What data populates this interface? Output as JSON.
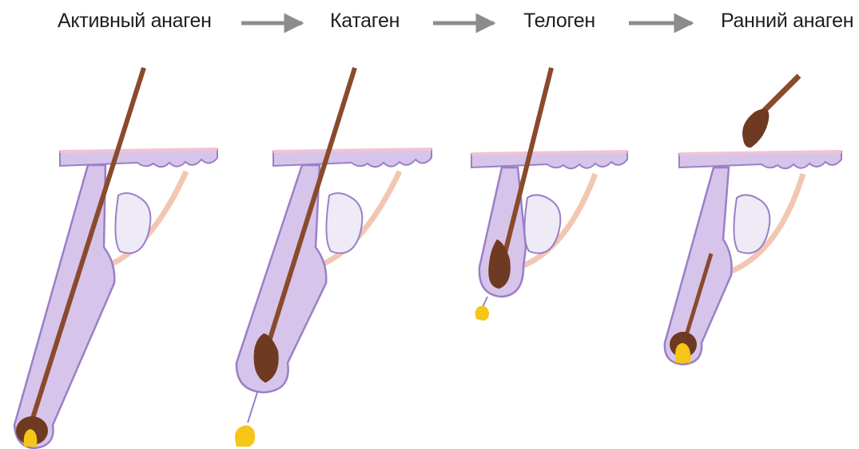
{
  "stages": [
    {
      "label": "Активный анаген"
    },
    {
      "label": "Катаген"
    },
    {
      "label": "Телоген"
    },
    {
      "label": "Ранний анаген"
    }
  ],
  "colors": {
    "hair": "#8a4a2c",
    "bulb": "#6e3a22",
    "tissue_fill": "#d7c4ea",
    "tissue_stroke": "#9a7fc7",
    "skin_top": "#f0c4d6",
    "muscle": "#f2c7b2",
    "papilla": "#f5c518",
    "arrow": "#8c8c8c",
    "gland": "#eeeaf6"
  }
}
